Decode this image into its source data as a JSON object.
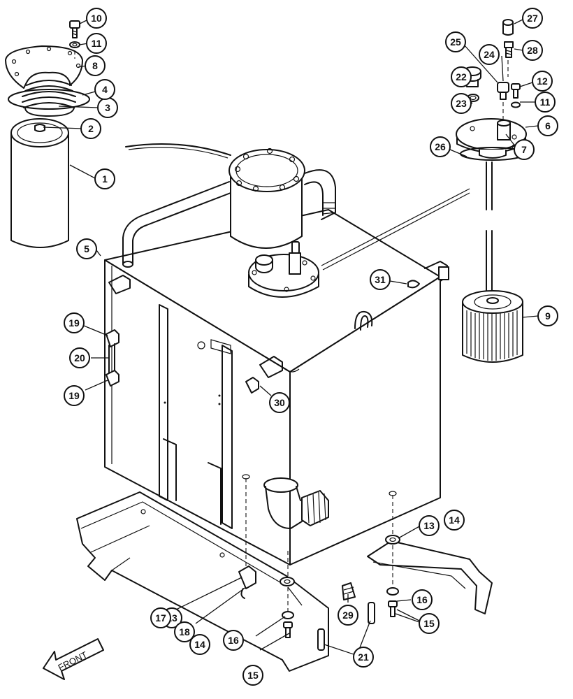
{
  "callouts": [
    "1",
    "2",
    "3",
    "4",
    "5",
    "6",
    "7",
    "8",
    "9",
    "10",
    "11",
    "11",
    "12",
    "13",
    "13",
    "14",
    "14",
    "15",
    "15",
    "16",
    "16",
    "17",
    "18",
    "19",
    "19",
    "20",
    "21",
    "22",
    "23",
    "24",
    "25",
    "26",
    "27",
    "28",
    "29",
    "30",
    "31"
  ],
  "direction_label": "FRONT"
}
